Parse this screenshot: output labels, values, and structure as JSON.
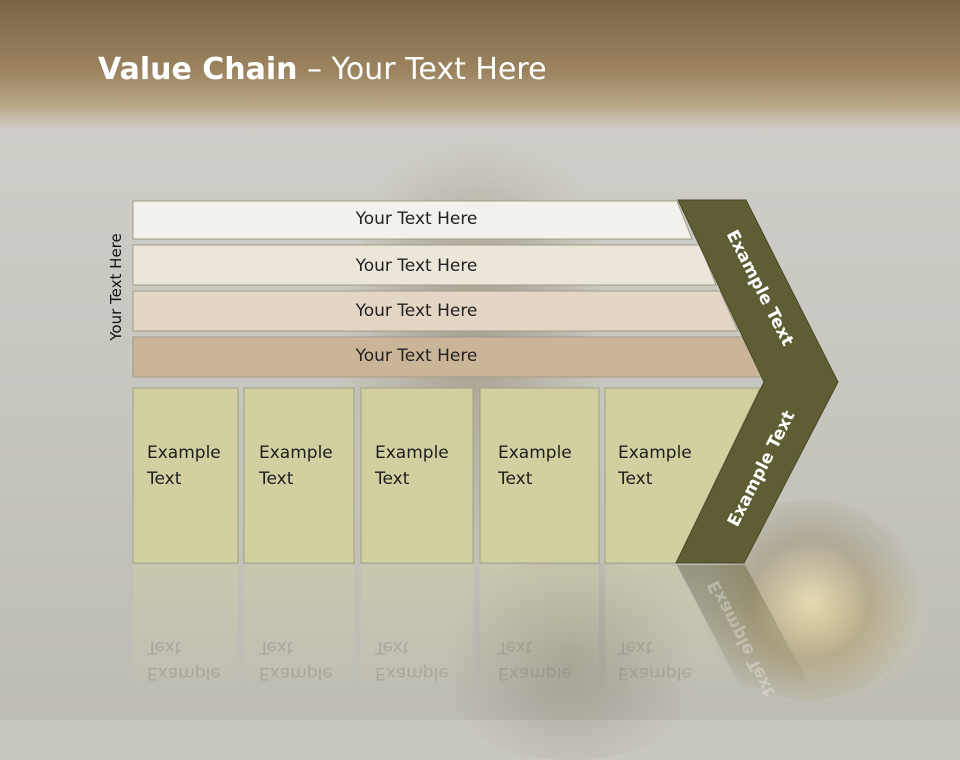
{
  "title": {
    "bold": "Value Chain",
    "rest": " – Your Text Here"
  },
  "side_label": "Your Text Here",
  "rows": [
    {
      "label": "Your Text Here",
      "color": "#f3f1ec"
    },
    {
      "label": "Your Text Here",
      "color": "#ece5da"
    },
    {
      "label": "Your Text Here",
      "color": "#e3d6c4"
    },
    {
      "label": "Your Text Here",
      "color": "#cbb598"
    }
  ],
  "cells": [
    {
      "line1": "Example",
      "line2": "Text"
    },
    {
      "line1": "Example",
      "line2": "Text"
    },
    {
      "line1": "Example",
      "line2": "Text"
    },
    {
      "line1": "Example",
      "line2": "Text"
    },
    {
      "line1": "Example",
      "line2": "Text"
    }
  ],
  "chevron": {
    "upper": "Example Text",
    "lower": "Example Text",
    "color": "#5f5d33"
  },
  "cell_color": "#d2d0a1"
}
